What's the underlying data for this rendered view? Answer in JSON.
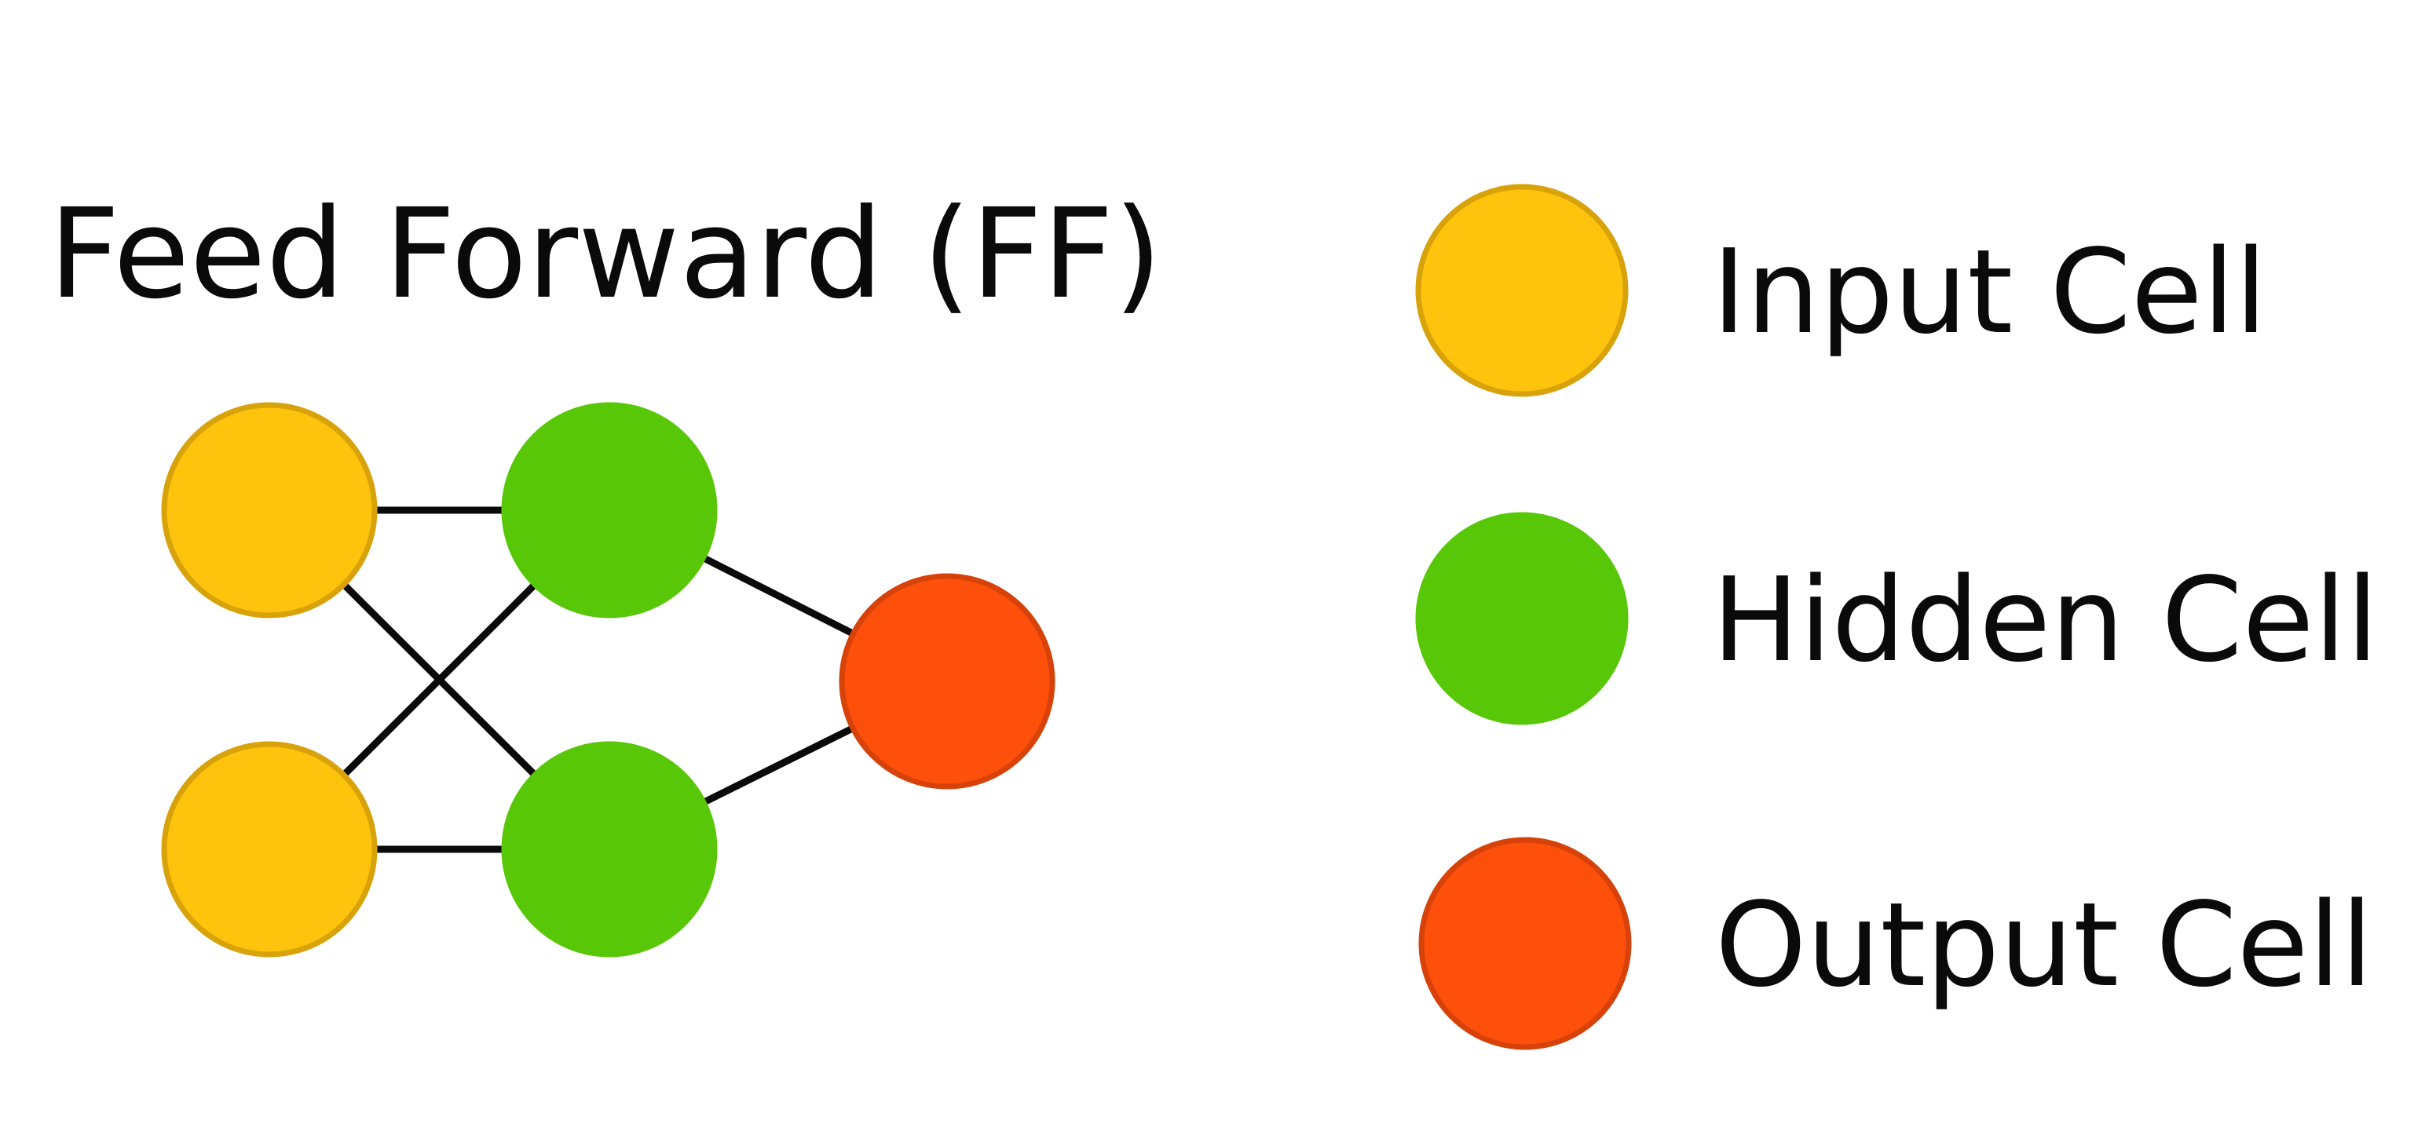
{
  "title": "Feed Forward (FF)",
  "cell_types": {
    "input": {
      "label": "Input Cell",
      "fill": "#FEC30C",
      "rim": "#D8A20A"
    },
    "hidden": {
      "label": "Hidden Cell",
      "fill": "#58C708",
      "rim": "#58C708"
    },
    "output": {
      "label": "Output Cell",
      "fill": "#FE500A",
      "rim": "#D6420A"
    }
  },
  "network": {
    "nodes": [
      {
        "id": "i1",
        "type": "input"
      },
      {
        "id": "i2",
        "type": "input"
      },
      {
        "id": "h1",
        "type": "hidden"
      },
      {
        "id": "h2",
        "type": "hidden"
      },
      {
        "id": "o1",
        "type": "output"
      }
    ],
    "edges": [
      [
        "i1",
        "h1"
      ],
      [
        "i1",
        "h2"
      ],
      [
        "i2",
        "h1"
      ],
      [
        "i2",
        "h2"
      ],
      [
        "h1",
        "o1"
      ],
      [
        "h2",
        "o1"
      ]
    ]
  },
  "legend": [
    "input",
    "hidden",
    "output"
  ]
}
